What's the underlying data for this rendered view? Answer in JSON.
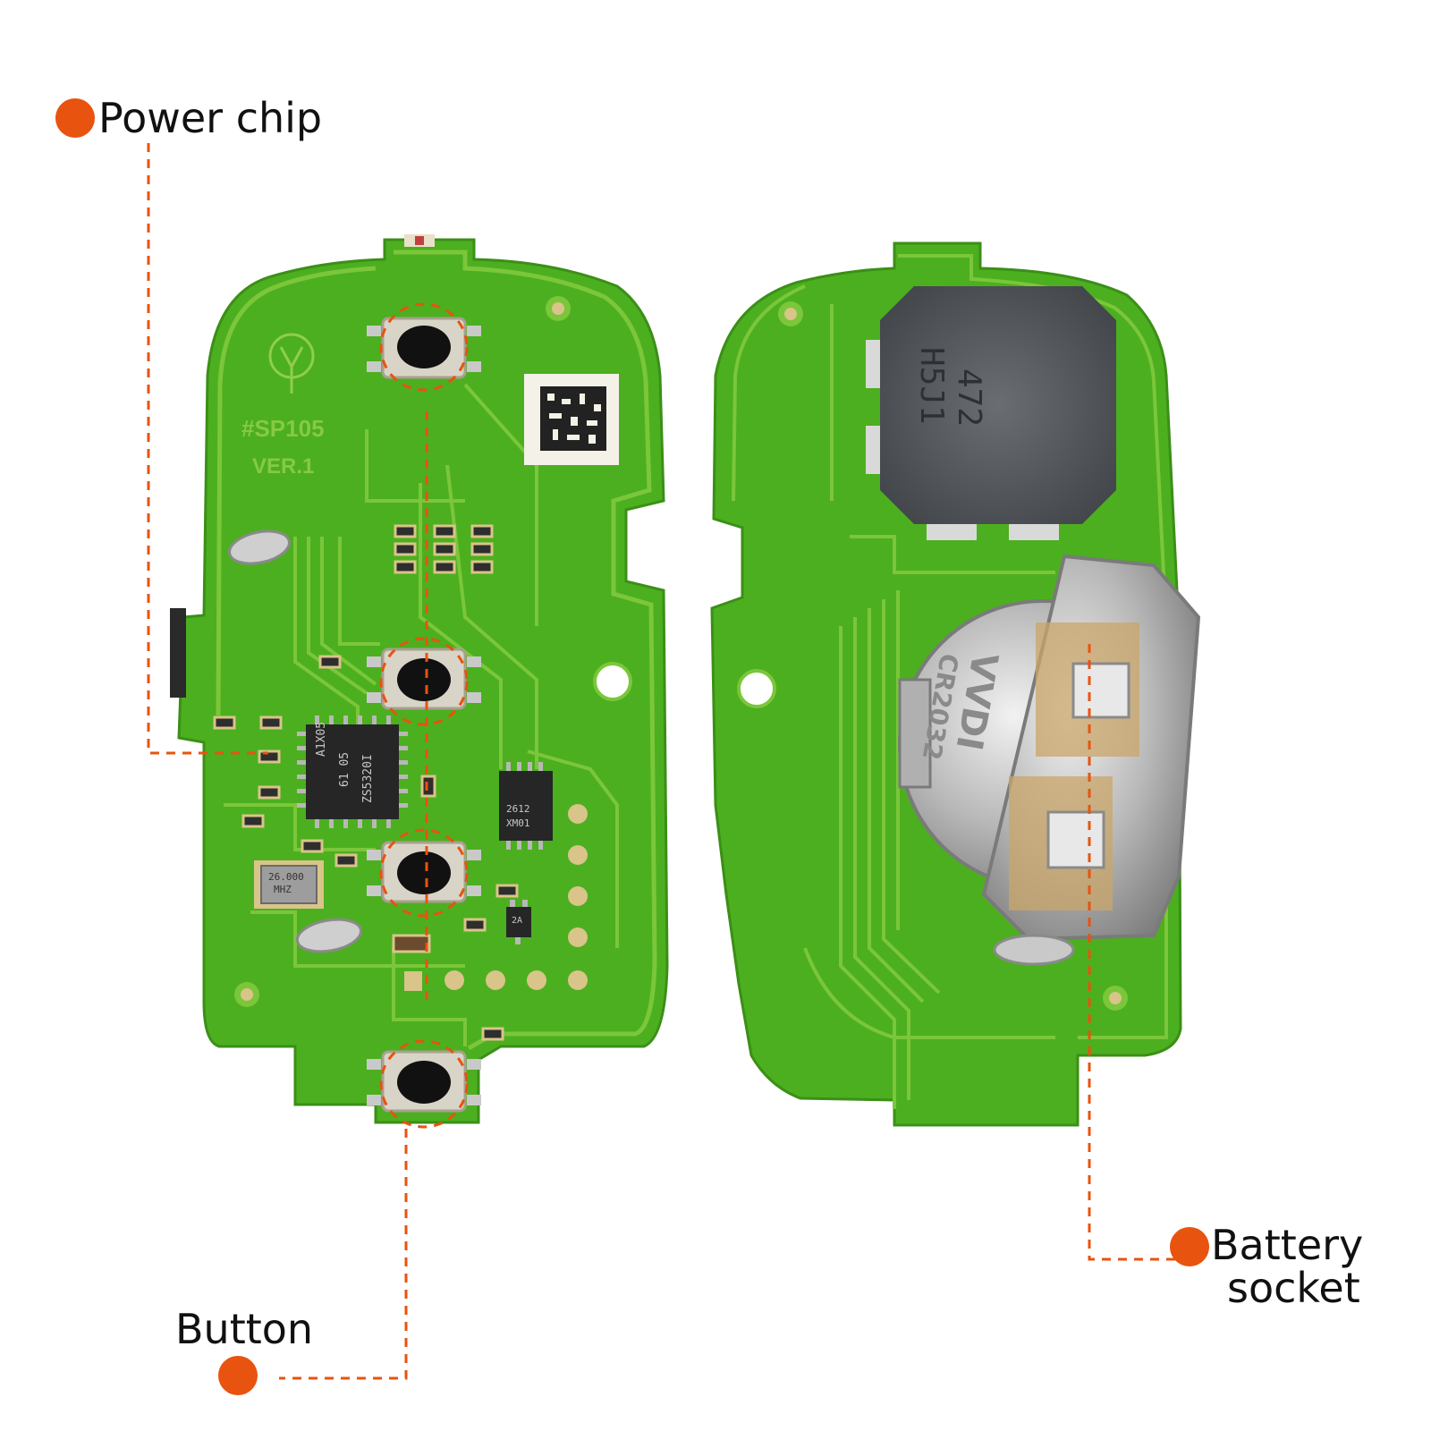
{
  "callouts": {
    "power_chip": "Power chip",
    "button": "Button",
    "battery_socket_line1": "Battery",
    "battery_socket_line2": "socket"
  },
  "pcb_front": {
    "model": "#SP105",
    "version": "VER.1",
    "main_chip": [
      "A1X05",
      "61 05",
      "ZS5320I"
    ],
    "secondary_chip": [
      "2612",
      "XM01"
    ],
    "crystal": [
      "26.000",
      "MHZ"
    ],
    "transistor": "2A"
  },
  "pcb_back": {
    "inductor": [
      "472",
      "H5J1"
    ],
    "battery_brand": "VVDI",
    "battery_type": "CR2032"
  },
  "colors": {
    "accent": "#e8530f",
    "pcb_green": "#4caf1f",
    "trace_green": "#7bc63a",
    "pad_gold": "#d9c48a"
  },
  "icons": [
    "callout-dot-icon",
    "xhorse-logo-icon"
  ]
}
